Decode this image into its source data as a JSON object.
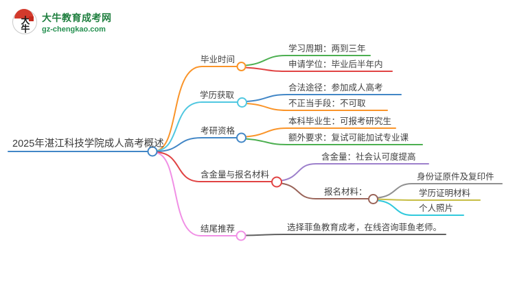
{
  "logo": {
    "mark_text": "大牛",
    "title": "大牛教育成考网",
    "domain": "gz-chengkao.com"
  },
  "root": {
    "label": "2025年湛江科技学院成人高考概述",
    "line_color": "#4186c6"
  },
  "branches": [
    {
      "label": "毕业时间",
      "line_color": "#fa9429",
      "children": [
        {
          "label": "学习周期：两到三年",
          "line_color": "#4caf50"
        },
        {
          "label": "申请学位：毕业后半年内",
          "line_color": "#e04343"
        }
      ]
    },
    {
      "label": "学历获取",
      "line_color": "#4fc7e0",
      "children": [
        {
          "label": "合法途径：参加成人高考",
          "line_color": "#4186c6"
        },
        {
          "label": "不正当手段：不可取",
          "line_color": "#fa9429"
        }
      ]
    },
    {
      "label": "考研资格",
      "line_color": "#4186c6",
      "children": [
        {
          "label": "本科毕业生：可报考研究生",
          "line_color": "#fa9429"
        },
        {
          "label": "额外要求：复试可能加试专业课",
          "line_color": "#4caf50"
        }
      ]
    },
    {
      "label": "含金量与报名材料",
      "line_color": "#e04343",
      "children": [
        {
          "label": "含金量：社会认可度提高",
          "line_color": "#9c7fcb"
        },
        {
          "label": "报名材料：",
          "line_color": "#996358",
          "children": [
            {
              "label": "身份证原件及复印件",
              "line_color": "#909090"
            },
            {
              "label": "学历证明材料",
              "line_color": "#c6bd43"
            },
            {
              "label": "个人照片",
              "line_color": "#30c9dc"
            }
          ]
        }
      ]
    },
    {
      "label": "结尾推荐",
      "line_color": "#f08fe5",
      "children": [
        {
          "label": "选择菲鱼教育成考，在线咨询菲鱼老师。",
          "line_color": "#5f5f5f"
        }
      ]
    }
  ],
  "colors": {
    "orange": "#fa9429",
    "cyan": "#4fc7e0",
    "blue": "#4186c6",
    "green": "#4caf50",
    "red": "#e04343",
    "pink": "#f08fe5",
    "purple": "#9c7fcb",
    "brown": "#996358",
    "gray": "#909090",
    "olive": "#c6bd43",
    "teal": "#30c9dc",
    "dark_gray": "#5f5f5f",
    "logo_green": "#1e7e3e",
    "text": "#3f3f3f"
  }
}
